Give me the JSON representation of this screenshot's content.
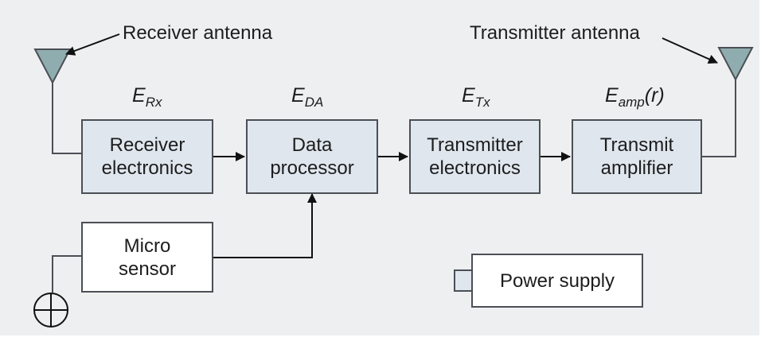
{
  "labels": {
    "receiver_antenna": "Receiver antenna",
    "transmitter_antenna": "Transmitter antenna"
  },
  "energy": {
    "rx": {
      "base": "E",
      "sub": "Rx",
      "suffix": ""
    },
    "da": {
      "base": "E",
      "sub": "DA",
      "suffix": ""
    },
    "tx": {
      "base": "E",
      "sub": "Tx",
      "suffix": ""
    },
    "amp": {
      "base": "E",
      "sub": "amp",
      "suffix": "(r)"
    }
  },
  "blocks": {
    "receiver": {
      "line1": "Receiver",
      "line2": "electronics"
    },
    "processor": {
      "line1": "Data",
      "line2": "processor"
    },
    "transmitter": {
      "line1": "Transmitter",
      "line2": "electronics"
    },
    "amplifier": {
      "line1": "Transmit",
      "line2": "amplifier"
    },
    "sensor": {
      "line1": "Micro",
      "line2": "sensor"
    },
    "power": {
      "line1": "Power supply"
    }
  },
  "colors": {
    "block_fill": "#dfe6ee",
    "antenna_fill": "#8fadae",
    "line": "#4b4f55",
    "background": "#eeeff0"
  },
  "icons": {
    "antenna": "triangle-antenna-icon",
    "sensor": "crosshair-circle-icon",
    "battery_terminal": "battery-terminal-icon"
  }
}
